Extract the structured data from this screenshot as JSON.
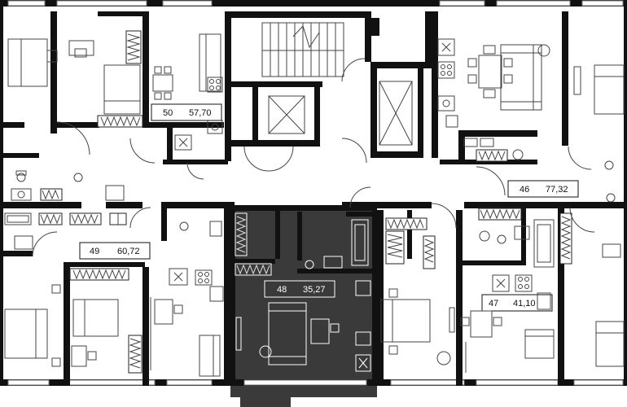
{
  "colors": {
    "wall": "#111111",
    "highlight": "#3a3a3a",
    "background": "#ffffff",
    "fixture_stroke": "#444444"
  },
  "apartments": [
    {
      "id": "apt-50",
      "number": "50",
      "area": "57,70",
      "highlighted": false
    },
    {
      "id": "apt-46",
      "number": "46",
      "area": "77,32",
      "highlighted": false
    },
    {
      "id": "apt-49",
      "number": "49",
      "area": "60,72",
      "highlighted": false
    },
    {
      "id": "apt-48",
      "number": "48",
      "area": "35,27",
      "highlighted": true
    },
    {
      "id": "apt-47",
      "number": "47",
      "area": "41,10",
      "highlighted": false
    }
  ],
  "icons": [
    "stairs-icon",
    "elevator-icon",
    "bed-icon",
    "sofa-icon",
    "dining-table-icon",
    "bathtub-icon",
    "toilet-icon",
    "sink-icon",
    "stove-icon",
    "wardrobe-icon",
    "door-swing-icon"
  ]
}
